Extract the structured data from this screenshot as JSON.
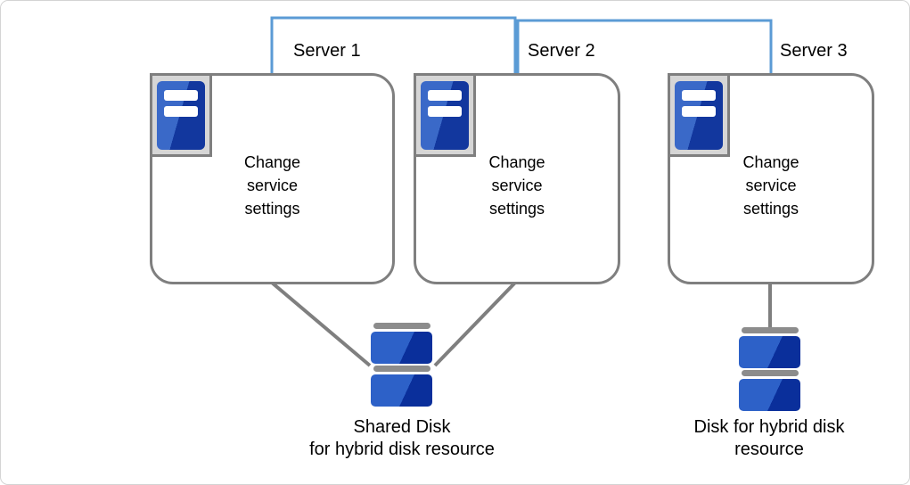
{
  "servers": [
    {
      "label": "Server 1",
      "body": "Change\nservice\nsettings"
    },
    {
      "label": "Server 2",
      "body": "Change\nservice\nsettings"
    },
    {
      "label": "Server 3",
      "body": "Change\nservice\nsettings"
    }
  ],
  "disks": [
    {
      "label": "Shared Disk\nfor hybrid disk resource"
    },
    {
      "label": "Disk for hybrid disk\nresource"
    }
  ],
  "colors": {
    "interconnect_blue": "#5b9bd5",
    "line_gray": "#7f7f7f",
    "icon_frame_fill": "#d6d6d6",
    "server_icon_blue_light": "#3a69c8",
    "server_icon_blue_dark": "#12379e",
    "disk_blue_light": "#2d61c8",
    "disk_blue_dark": "#0a2f9b",
    "disk_cap_gray": "#8c8c8c"
  }
}
